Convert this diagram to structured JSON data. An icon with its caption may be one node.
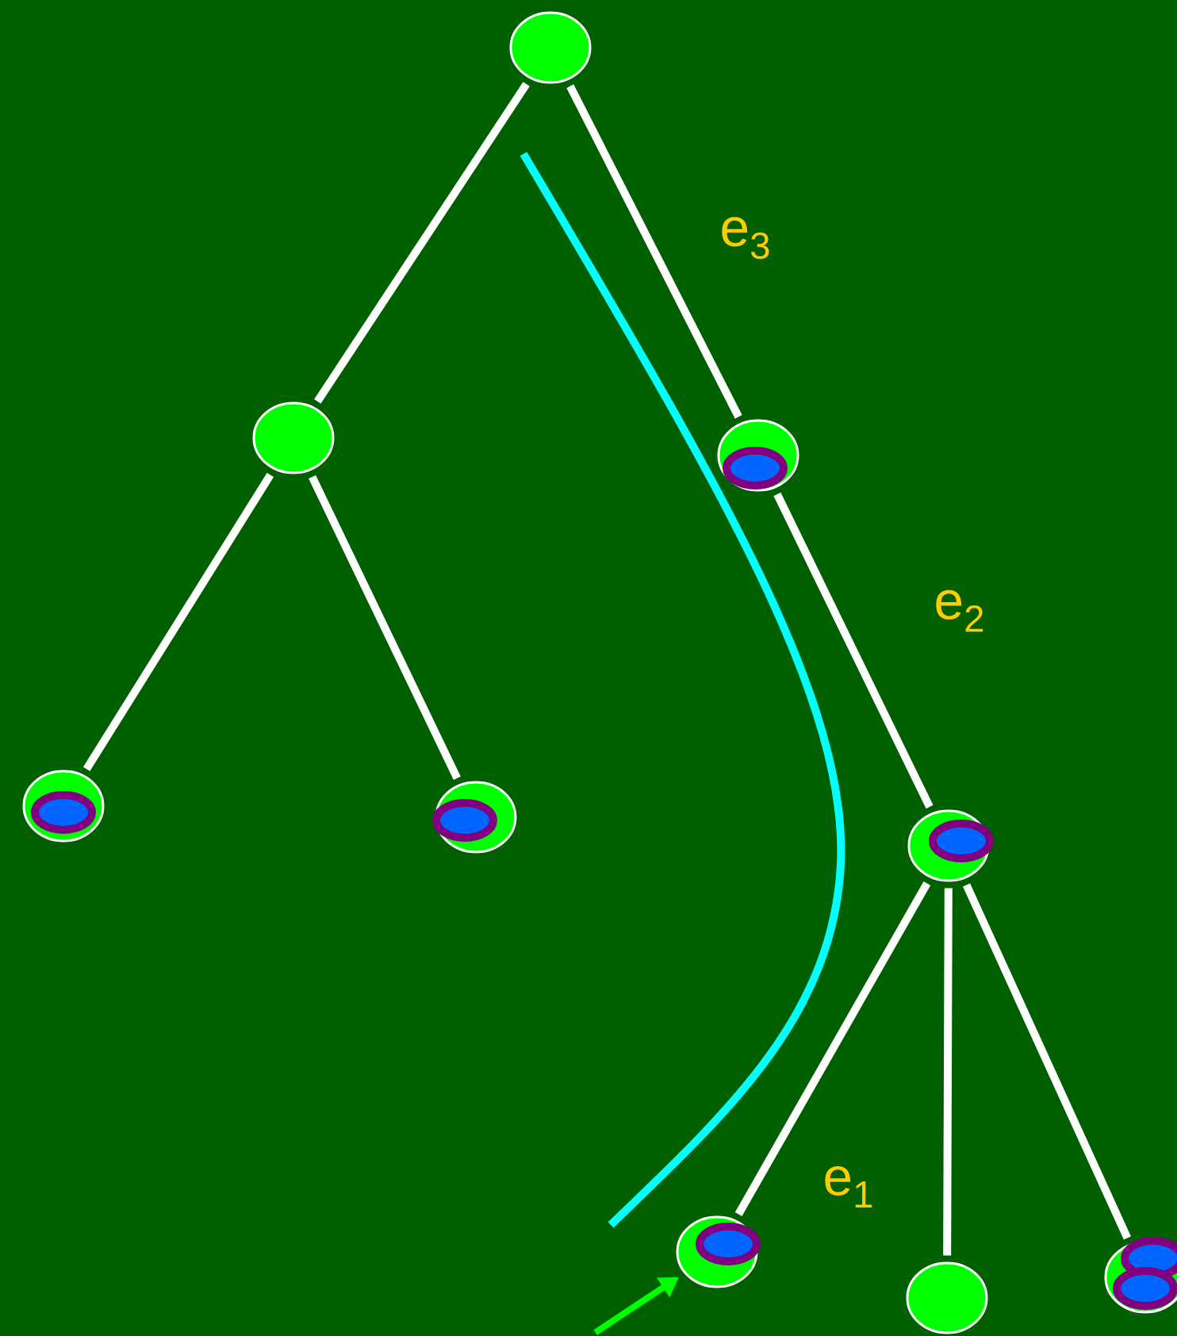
{
  "diagram": {
    "nodes": [
      {
        "text": [],
        "shape": "circle"
      },
      {
        "text": [],
        "shape": "circle"
      },
      {
        "text": [],
        "shape": "circle"
      },
      {
        "text": [],
        "shape": "circle"
      },
      {
        "text": [],
        "shape": "circle"
      },
      {
        "text": [],
        "shape": "circle"
      },
      {
        "text": [],
        "shape": "circle"
      },
      {
        "text": [],
        "shape": "circle"
      },
      {
        "text": [],
        "shape": "circle"
      }
    ],
    "edges": [
      {
        "from": 0,
        "to": 1,
        "arrow": "none"
      },
      {
        "from": 0,
        "to": 2,
        "arrow": "none"
      },
      {
        "from": 1,
        "to": 3,
        "arrow": "none"
      },
      {
        "from": 1,
        "to": 4,
        "arrow": "none"
      },
      {
        "from": 2,
        "to": 5,
        "arrow": "none"
      },
      {
        "from": 5,
        "to": 6,
        "arrow": "none"
      },
      {
        "from": 5,
        "to": 7,
        "arrow": "none"
      },
      {
        "from": 5,
        "to": 8,
        "arrow": "none"
      },
      {
        "from": null,
        "to": 6,
        "arrow": "to",
        "color": "#00ff00"
      }
    ],
    "labels": [
      "e$_{3}$",
      "e$_{2}$",
      "e$_{1}$"
    ]
  }
}
